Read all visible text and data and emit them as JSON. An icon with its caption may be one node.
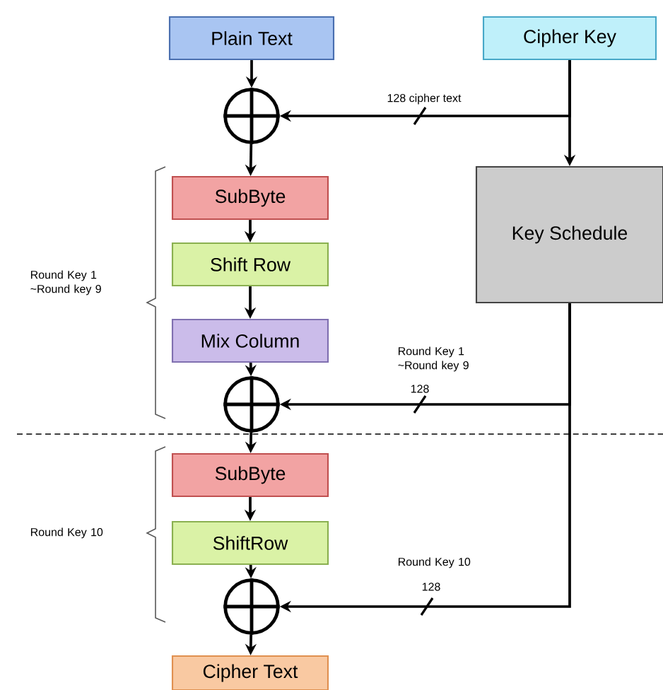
{
  "diagram": {
    "nodes": [
      {
        "text": [
          "Plain Text"
        ]
      },
      {
        "text": [
          "Cipher Key"
        ]
      },
      {
        "text": [],
        "shape": "circle"
      },
      {
        "text": [
          "SubByte"
        ]
      },
      {
        "text": [
          "Shift Row"
        ]
      },
      {
        "text": [
          "Mix Column"
        ]
      },
      {
        "text": [],
        "shape": "circle"
      },
      {
        "text": [
          "Key Schedule"
        ]
      },
      {
        "text": [
          "SubByte"
        ]
      },
      {
        "text": [
          "ShiftRow"
        ]
      },
      {
        "text": [],
        "shape": "circle"
      },
      {
        "text": [
          "Cipher Text"
        ]
      }
    ],
    "edges": [
      {
        "from": 0,
        "to": 2,
        "arrow": "to"
      },
      {
        "from": 1,
        "to": 2,
        "arrow": "to",
        "label": "128 cipher text"
      },
      {
        "from": 1,
        "to": 7,
        "arrow": "to"
      },
      {
        "from": 2,
        "to": 3,
        "arrow": "to"
      },
      {
        "from": 3,
        "to": 4,
        "arrow": "to"
      },
      {
        "from": 4,
        "to": 5,
        "arrow": "to"
      },
      {
        "from": 5,
        "to": 6,
        "arrow": "to"
      },
      {
        "from": 7,
        "to": 6,
        "arrow": "to",
        "label": "128"
      },
      {
        "from": 6,
        "to": 8,
        "arrow": "to"
      },
      {
        "from": 8,
        "to": 9,
        "arrow": "to"
      },
      {
        "from": 9,
        "to": 10,
        "arrow": "to"
      },
      {
        "from": 7,
        "to": 10,
        "arrow": "to",
        "label": "128"
      },
      {
        "from": 10,
        "to": 11,
        "arrow": "to"
      }
    ],
    "labels": [
      "Round Key 1 ~Round key 9",
      "Round Key 1 ~Round key 9",
      "Round Key 10",
      "Round Key 10"
    ]
  }
}
